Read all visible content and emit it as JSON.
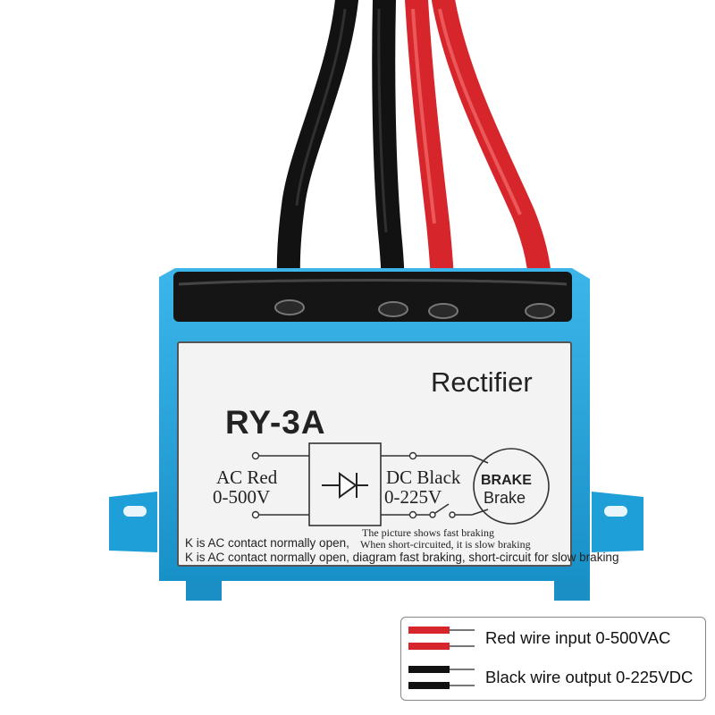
{
  "label": {
    "title": "Rectifier",
    "model": "RY-3A",
    "ac_label": "AC  Red",
    "ac_range": "0-500V",
    "dc_label": "DC Black",
    "dc_range": "0-225V",
    "brake_upper": "BRAKE",
    "brake_lower": "Brake",
    "note_k_open": "K is AC contact normally open,",
    "note_picture": "The picture shows fast braking",
    "note_short_circuit": "When short-circuited, it is slow braking",
    "note_k_full": "K is AC contact normally open, diagram fast braking, short-circuit for slow braking"
  },
  "legend": {
    "items": [
      {
        "label": "Red wire input 0-500VAC",
        "color": "#d7262b"
      },
      {
        "label": "Black wire output 0-225VDC",
        "color": "#111111"
      }
    ]
  },
  "colors": {
    "housing": "#1e9fd8",
    "red_wire": "#d7262b",
    "black_wire": "#121212"
  }
}
